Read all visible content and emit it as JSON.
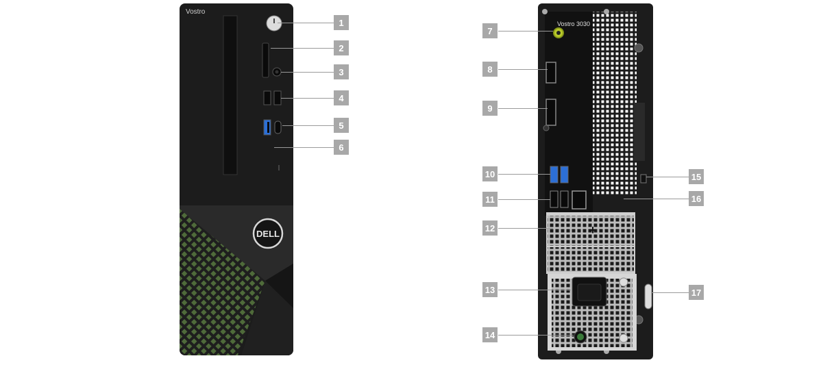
{
  "front": {
    "brand_label": "Vostro",
    "logo_text": "DELL"
  },
  "rear": {
    "model_label": "Vostro 3030"
  },
  "callouts": [
    "1",
    "2",
    "3",
    "4",
    "5",
    "6",
    "7",
    "8",
    "9",
    "10",
    "11",
    "12",
    "13",
    "14",
    "15",
    "16",
    "17"
  ],
  "colors": {
    "chassis": "#1c1c1c",
    "chassis_light": "#2a2a2a",
    "callout_bg": "#a8a8a8",
    "usb3_blue": "#2c6fd6",
    "accent_green": "#b8c92a",
    "grille_green": "#4f6b3a"
  }
}
